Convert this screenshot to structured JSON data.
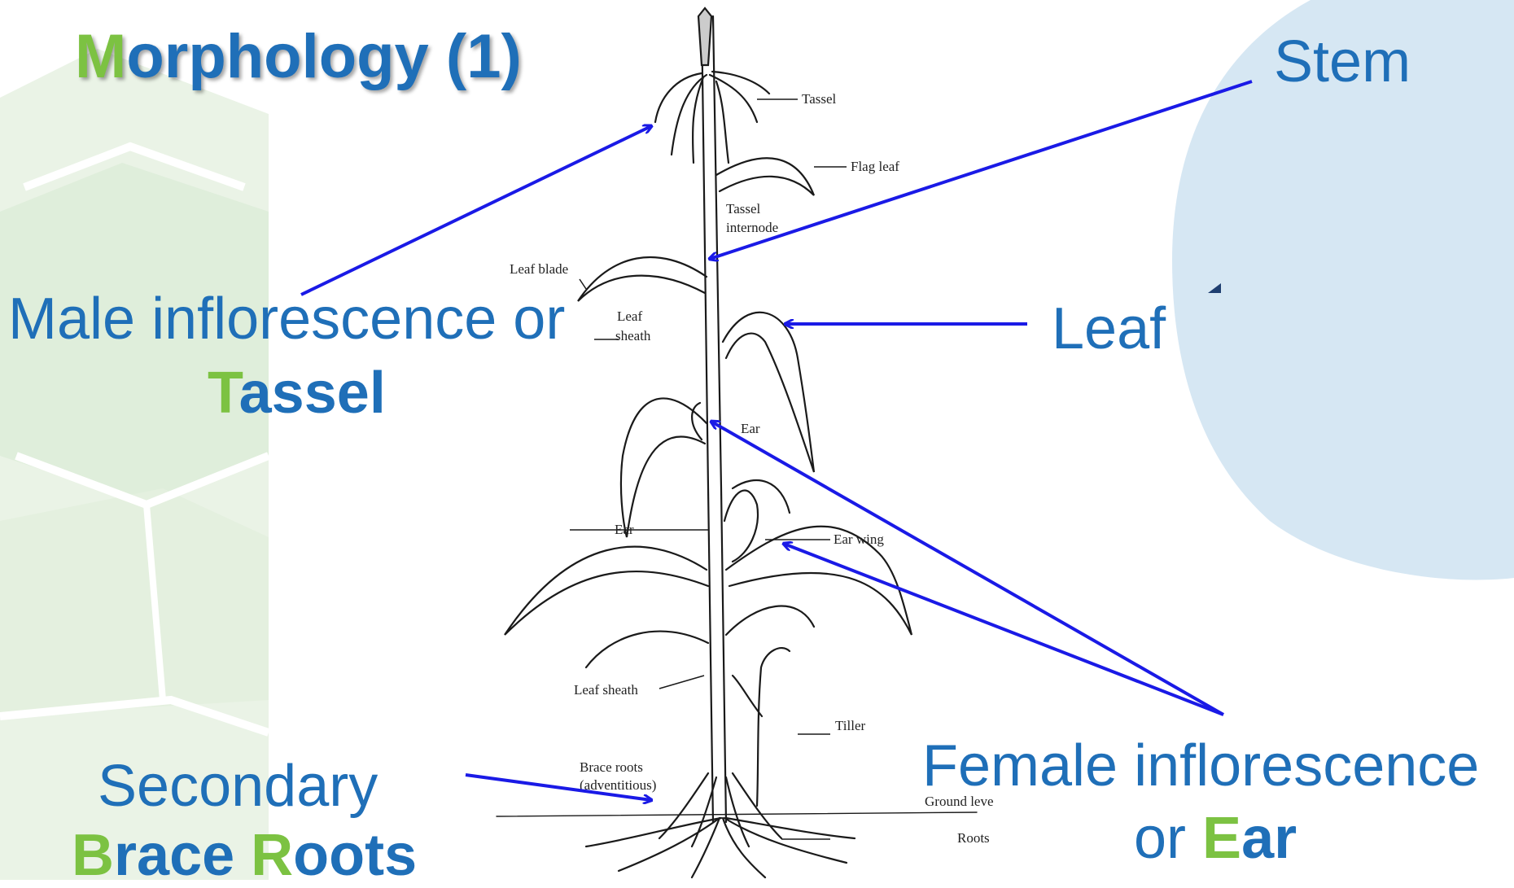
{
  "title": {
    "accent": "M",
    "rest": "orphology (1)"
  },
  "labels": {
    "stem": "Stem",
    "leaf": "Leaf",
    "male_line1": "Male inflorescence or",
    "male_accent": "T",
    "male_rest": "assel",
    "secondary": "Secondary",
    "brace_accent": "B",
    "brace_rest": "race ",
    "roots_accent": "R",
    "roots_rest": "oots",
    "female_line1": "Female inflorescence",
    "female_or": "or ",
    "female_accent": "E",
    "female_rest": "ar"
  },
  "diagram_labels": {
    "tassel": "Tassel",
    "flag_leaf": "Flag leaf",
    "tassel_internode_1": "Tassel",
    "tassel_internode_2": "internode",
    "leaf_blade": "Leaf blade",
    "leaf_sheath_1": "Leaf",
    "leaf_sheath_2": "sheath",
    "ear_upper": "Ear",
    "ear_lower": "Ear",
    "ear_wing": "Ear wing",
    "leaf_sheath_lower": "Leaf sheath",
    "tiller": "Tiller",
    "brace_roots_1": "Brace roots",
    "brace_roots_2": "(adventitious)",
    "ground_level": "Ground level",
    "roots": "Roots"
  },
  "colors": {
    "primary": "#1f6fb8",
    "accent": "#7cc242",
    "arrow": "#1a1ae6"
  }
}
